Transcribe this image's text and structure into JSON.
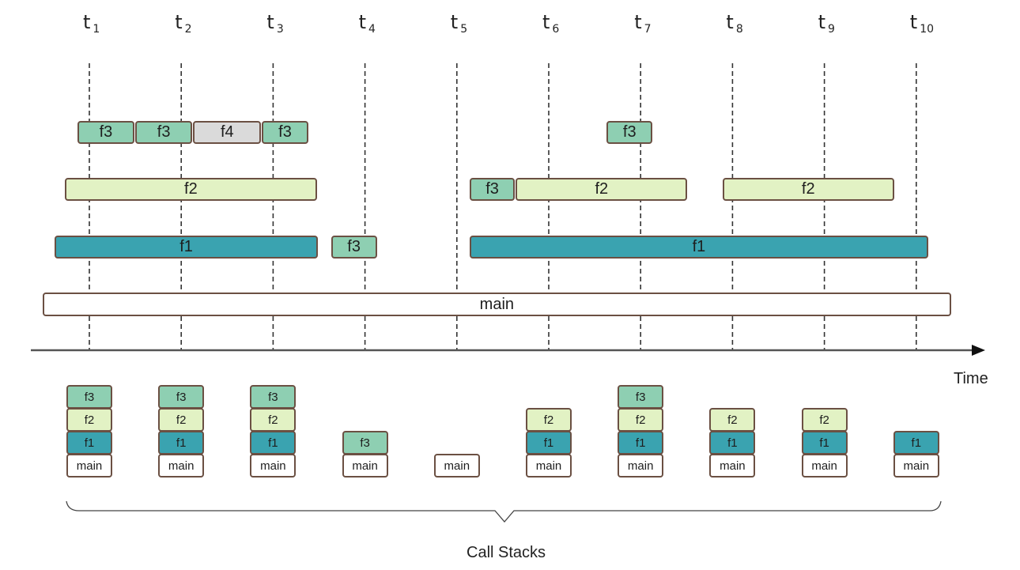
{
  "colors": {
    "main": "#ffffff",
    "f1": "#3aa3b0",
    "f2": "#e2f2c4",
    "f3": "#8ecfb2",
    "f4": "#dadada",
    "border": "#6b5043",
    "axis": "#555555",
    "grid": "#333333"
  },
  "time_points": [
    {
      "label": "t",
      "sub": "1"
    },
    {
      "label": "t",
      "sub": "2"
    },
    {
      "label": "t",
      "sub": "3"
    },
    {
      "label": "t",
      "sub": "4"
    },
    {
      "label": "t",
      "sub": "5"
    },
    {
      "label": "t",
      "sub": "6"
    },
    {
      "label": "t",
      "sub": "7"
    },
    {
      "label": "t",
      "sub": "8"
    },
    {
      "label": "t",
      "sub": "9"
    },
    {
      "label": "t",
      "sub": "10"
    }
  ],
  "timeline": {
    "description": "start/end expressed in time units where t1=1 ... t10=10",
    "rows": [
      {
        "level": 3,
        "blocks": [
          {
            "fn": "f3",
            "start": 0.87,
            "end": 1.49
          },
          {
            "fn": "f3",
            "start": 1.5,
            "end": 2.12
          },
          {
            "fn": "f4",
            "start": 2.13,
            "end": 2.87
          },
          {
            "fn": "f3",
            "start": 2.88,
            "end": 3.38
          },
          {
            "fn": "f3",
            "start": 6.63,
            "end": 7.13
          }
        ]
      },
      {
        "level": 2,
        "blocks": [
          {
            "fn": "f2",
            "start": 0.73,
            "end": 3.48
          },
          {
            "fn": "f3",
            "start": 5.14,
            "end": 5.63
          },
          {
            "fn": "f2",
            "start": 5.64,
            "end": 7.51
          },
          {
            "fn": "f2",
            "start": 7.89,
            "end": 9.76
          }
        ]
      },
      {
        "level": 1,
        "blocks": [
          {
            "fn": "f1",
            "start": 0.62,
            "end": 3.49
          },
          {
            "fn": "f3",
            "start": 3.63,
            "end": 4.13
          },
          {
            "fn": "f1",
            "start": 5.14,
            "end": 10.13
          }
        ]
      },
      {
        "level": 0,
        "blocks": [
          {
            "fn": "main",
            "start": 0.49,
            "end": 10.38
          }
        ]
      }
    ]
  },
  "axis": {
    "label": "Time"
  },
  "call_stacks": {
    "label": "Call Stacks",
    "stacks": [
      [
        "main",
        "f1",
        "f2",
        "f3"
      ],
      [
        "main",
        "f1",
        "f2",
        "f3"
      ],
      [
        "main",
        "f1",
        "f2",
        "f3"
      ],
      [
        "main",
        "f3"
      ],
      [
        "main"
      ],
      [
        "main",
        "f1",
        "f2"
      ],
      [
        "main",
        "f1",
        "f2",
        "f3"
      ],
      [
        "main",
        "f1",
        "f2"
      ],
      [
        "main",
        "f1",
        "f2"
      ],
      [
        "main",
        "f1"
      ]
    ]
  }
}
